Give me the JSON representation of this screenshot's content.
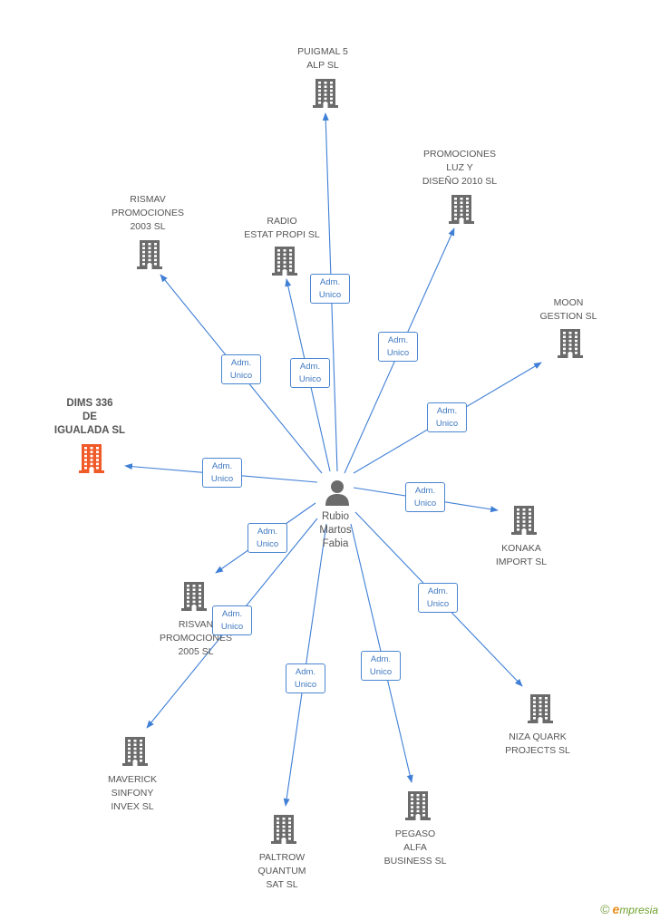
{
  "center": {
    "name_lines": [
      "Rubio",
      "Martos",
      "Fabia"
    ],
    "icon": "person-icon"
  },
  "role_label_line1": "Adm.",
  "role_label_line2": "Unico",
  "colors": {
    "edge": "#3f7fd6",
    "building": "#6b6b6b",
    "building_main": "#f05a28",
    "role_border": "#4a86d1"
  },
  "companies": [
    {
      "id": "puigmal",
      "label": "PUIGMAL 5\nALP SL",
      "main": false
    },
    {
      "id": "promociones-luz",
      "label": "PROMOCIONES\nLUZ Y\nDISEÑO 2010 SL",
      "main": false
    },
    {
      "id": "rismav",
      "label": "RISMAV\nPROMOCIONES\n2003 SL",
      "main": false
    },
    {
      "id": "radio-estat",
      "label": "RADIO\nESTAT PROPI SL",
      "main": false
    },
    {
      "id": "moon",
      "label": "MOON\nGESTION SL",
      "main": false
    },
    {
      "id": "dims",
      "label": "DIMS 336\nDE\nIGUALADA SL",
      "main": true
    },
    {
      "id": "konaka",
      "label": "KONAKA\nIMPORT SL",
      "main": false
    },
    {
      "id": "risvan",
      "label": "RISVAN\nPROMOCIONES\n2005 SL",
      "main": false
    },
    {
      "id": "niza",
      "label": "NIZA QUARK\nPROJECTS SL",
      "main": false
    },
    {
      "id": "maverick",
      "label": "MAVERICK\nSINFONY\nINVEX SL",
      "main": false
    },
    {
      "id": "pegaso",
      "label": "PEGASO\nALFA\nBUSINESS  SL",
      "main": false
    },
    {
      "id": "paltrow",
      "label": "PALTROW\nQUANTUM\nSAT  SL",
      "main": false
    }
  ],
  "brand": {
    "copyright": "©",
    "initial": "e",
    "rest": "mpresia"
  }
}
